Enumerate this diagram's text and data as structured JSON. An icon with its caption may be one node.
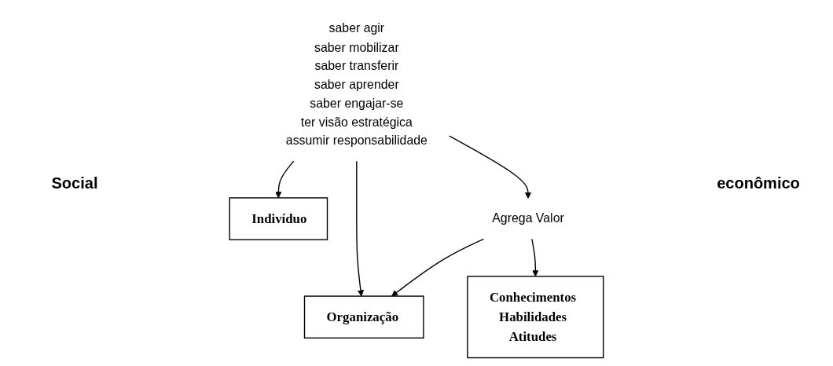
{
  "diagram": {
    "nodes": [
      {
        "text": [
          "Indivíduo"
        ]
      },
      {
        "text": [
          "Conhecimentos",
          "Habilidades",
          "Atitudes"
        ]
      },
      {
        "text": [
          "saber agir",
          "saber mobilizar",
          "saber transferir",
          "saber aprender",
          "saber engajar-se",
          "ter visão estratégica",
          "assumir responsabilidade"
        ]
      },
      {
        "text": [
          "Organização"
        ]
      },
      {
        "text": [
          "Agrega Valor"
        ]
      }
    ],
    "edges": [
      {
        "from": 2,
        "to": 0,
        "arrow": "to"
      },
      {
        "from": 2,
        "to": 3,
        "arrow": "to"
      },
      {
        "from": 2,
        "to": 4,
        "arrow": "to"
      },
      {
        "from": 4,
        "to": 1,
        "arrow": "to"
      },
      {
        "from": 4,
        "to": 3,
        "arrow": "to"
      }
    ],
    "labels": [
      "Social",
      "econômico"
    ]
  }
}
